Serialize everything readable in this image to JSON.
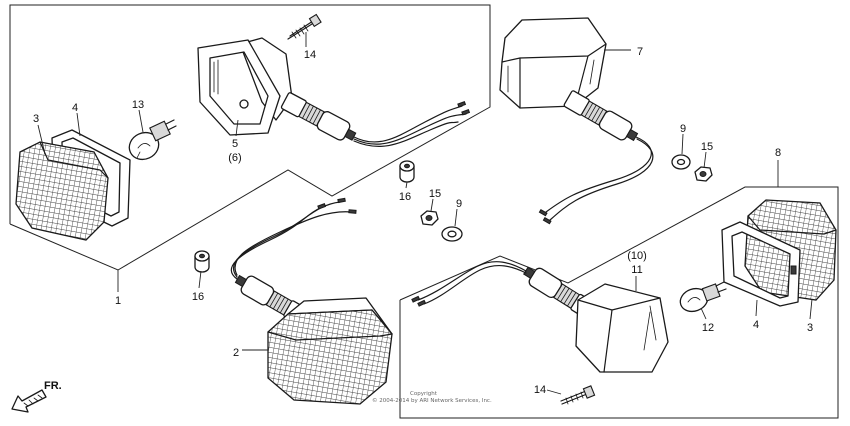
{
  "diagram": {
    "callouts": {
      "screw_top": "14",
      "housing_upper_left": "5",
      "housing_upper_left_alt": "(6)",
      "lens_upper_left": "3",
      "gasket_upper_left": "4",
      "bulb_upper_left": "13",
      "lamp_upper_right": "7",
      "washer_upper_right": "9",
      "nut_upper_right": "15",
      "cushion_center": "16",
      "nut_center": "15",
      "washer_center": "9",
      "assembly_right": "8",
      "assembly_left": "1",
      "cushion_left": "16",
      "lamp_lower_center": "2",
      "housing_lower_right_alt": "(10)",
      "housing_lower_right": "11",
      "bulb_lower_right": "12",
      "gasket_lower_right": "4",
      "lens_lower_right": "3",
      "screw_bottom": "14"
    },
    "direction": {
      "label": "FR.",
      "icon": "front-direction-arrow-icon"
    },
    "watermark": {
      "line1": "Copyright",
      "line2": "© 2004-2014 by ARI Network Services, Inc."
    }
  },
  "colors": {
    "line": "#1a1a1a",
    "background": "#ffffff",
    "lens_grid": "#444444"
  }
}
